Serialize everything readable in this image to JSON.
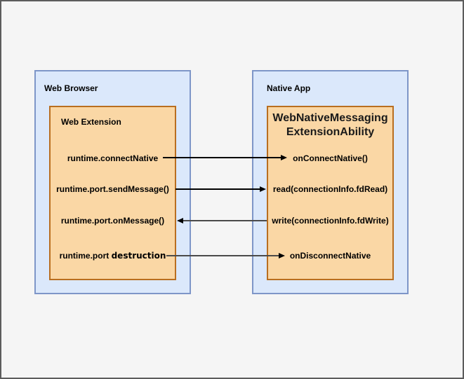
{
  "diagram": {
    "left_group": {
      "title": "Web Browser",
      "inner_title": "Web Extension",
      "items": [
        {
          "label": "runtime.connectNative"
        },
        {
          "label": "runtime.port.sendMessage()"
        },
        {
          "label": "runtime.port.onMessage()"
        },
        {
          "label_prefix": "runtime.port",
          "label_emphasis": "destruction"
        }
      ]
    },
    "right_group": {
      "title": "Native App",
      "inner_title_line1": "WebNativeMessaging",
      "inner_title_line2": "ExtensionAbility",
      "items": [
        {
          "label": "onConnectNative()"
        },
        {
          "label": "read(connectionInfo.fdRead)"
        },
        {
          "label": "write(connectionInfo.fdWrite)"
        },
        {
          "label": "onDisconnectNative"
        }
      ]
    },
    "arrows": [
      {
        "from": "runtime.connectNative",
        "to": "onConnectNative()",
        "direction": "left-to-right"
      },
      {
        "from": "runtime.port.sendMessage()",
        "to": "read(connectionInfo.fdRead)",
        "direction": "left-to-right"
      },
      {
        "from": "write(connectionInfo.fdWrite)",
        "to": "runtime.port.onMessage()",
        "direction": "right-to-left"
      },
      {
        "from": "runtime.port destruction",
        "to": "onDisconnectNative",
        "direction": "left-to-right"
      }
    ],
    "colors": {
      "page_background": "#f5f5f5",
      "frame_border": "#5c5c5c",
      "group_fill": "#dbe8fb",
      "group_border": "#7e96c8",
      "inner_fill": "#fad7a5",
      "inner_border": "#b96e20",
      "arrow_line_black": "#000000",
      "arrow_line_gray": "#4a4a4a",
      "text": "#000000"
    }
  }
}
